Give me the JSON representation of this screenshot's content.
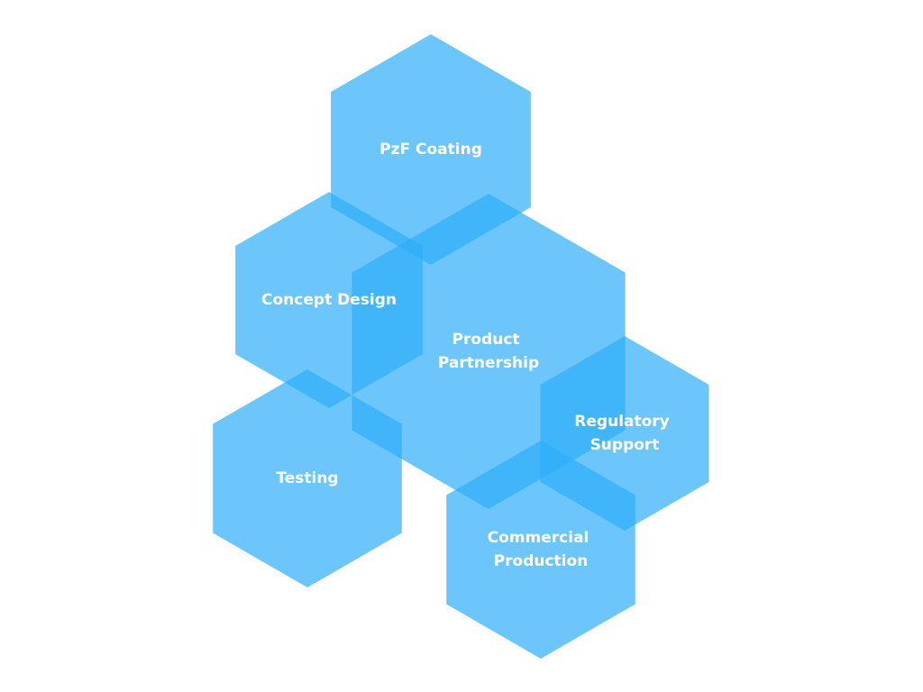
{
  "diagram": {
    "color": "#2eaefa",
    "nodes": [
      {
        "id": "pzf-coating",
        "lines": [
          "PzF Coating"
        ]
      },
      {
        "id": "concept-design",
        "lines": [
          "Concept Design"
        ]
      },
      {
        "id": "product-partnership",
        "lines": [
          "Product",
          "Partnership"
        ]
      },
      {
        "id": "testing",
        "lines": [
          "Testing"
        ]
      },
      {
        "id": "regulatory-support",
        "lines": [
          "Regulatory",
          "Support"
        ]
      },
      {
        "id": "commercial-production",
        "lines": [
          "Commercial",
          "Production"
        ]
      }
    ]
  }
}
